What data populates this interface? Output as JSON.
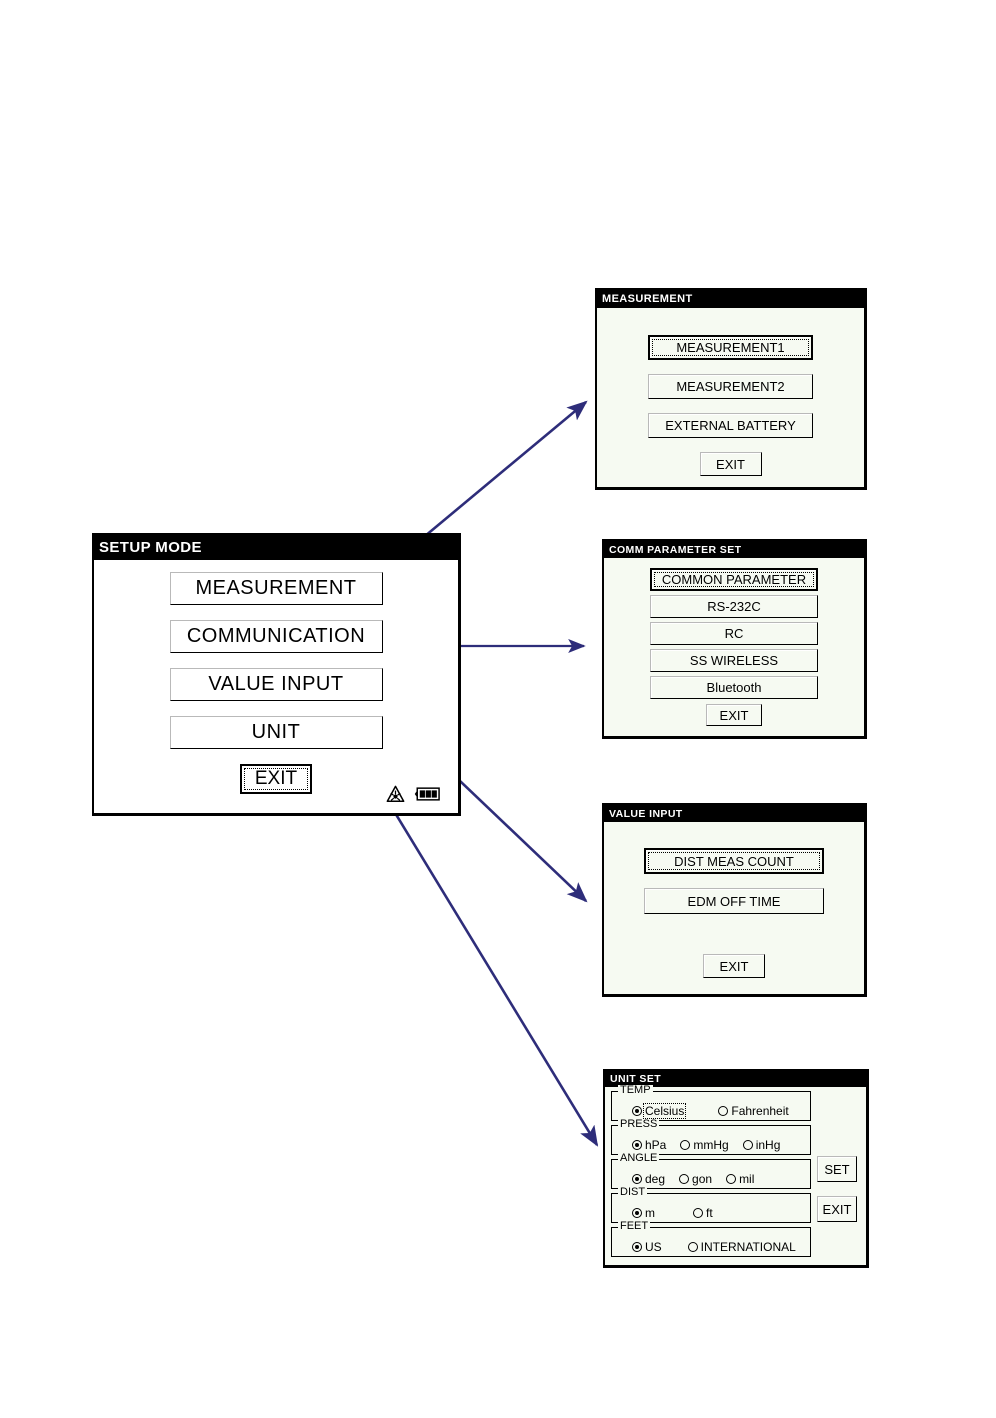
{
  "setup": {
    "title": "SETUP MODE",
    "buttons": [
      {
        "label": "MEASUREMENT"
      },
      {
        "label": "COMMUNICATION"
      },
      {
        "label": "VALUE INPUT"
      },
      {
        "label": "UNIT"
      }
    ],
    "exit_label": "EXIT",
    "status": {
      "laser_icon": "laser-warning-icon",
      "battery_icon": "battery-full-icon",
      "battery_bars": 3
    }
  },
  "measurement": {
    "title": "MEASUREMENT",
    "buttons": [
      {
        "label": "MEASUREMENT1",
        "focused": true
      },
      {
        "label": "MEASUREMENT2",
        "focused": false
      },
      {
        "label": "EXTERNAL BATTERY",
        "focused": false
      }
    ],
    "exit_label": "EXIT"
  },
  "comm": {
    "title": "COMM PARAMETER SET",
    "buttons": [
      {
        "label": "COMMON PARAMETER",
        "focused": true
      },
      {
        "label": "RS-232C",
        "focused": false
      },
      {
        "label": "RC",
        "focused": false
      },
      {
        "label": "SS WIRELESS",
        "focused": false
      },
      {
        "label": "Bluetooth",
        "focused": false
      }
    ],
    "exit_label": "EXIT"
  },
  "value_input": {
    "title": "VALUE INPUT",
    "buttons": [
      {
        "label": "DIST MEAS COUNT",
        "focused": true
      },
      {
        "label": "EDM OFF TIME",
        "focused": false
      }
    ],
    "exit_label": "EXIT"
  },
  "unit_set": {
    "title": "UNIT SET",
    "groups": [
      {
        "legend": "TEMP",
        "options": [
          {
            "label": "Celsius",
            "checked": true,
            "focused": true
          },
          {
            "label": "Fahrenheit",
            "checked": false,
            "focused": false
          }
        ]
      },
      {
        "legend": "PRESS",
        "options": [
          {
            "label": "hPa",
            "checked": true,
            "focused": false
          },
          {
            "label": "mmHg",
            "checked": false,
            "focused": false
          },
          {
            "label": "inHg",
            "checked": false,
            "focused": false
          }
        ]
      },
      {
        "legend": "ANGLE",
        "options": [
          {
            "label": "deg",
            "checked": true,
            "focused": false
          },
          {
            "label": "gon",
            "checked": false,
            "focused": false
          },
          {
            "label": "mil",
            "checked": false,
            "focused": false
          }
        ]
      },
      {
        "legend": "DIST",
        "options": [
          {
            "label": "m",
            "checked": true,
            "focused": false
          },
          {
            "label": "ft",
            "checked": false,
            "focused": false
          }
        ]
      },
      {
        "legend": "FEET",
        "options": [
          {
            "label": "US",
            "checked": true,
            "focused": false
          },
          {
            "label": "INTERNATIONAL",
            "checked": false,
            "focused": false
          }
        ]
      }
    ],
    "set_label": "SET",
    "exit_label": "EXIT"
  },
  "colors": {
    "arrow": "#2e2d7a",
    "titlebar_bg": "#000000",
    "panel_bg": "#f6faf2",
    "setup_panel_bg": "#ffffff"
  },
  "arrows": [
    {
      "from": "MEASUREMENT",
      "to": "MEASUREMENT panel"
    },
    {
      "from": "COMMUNICATION",
      "to": "COMM PARAMETER SET panel"
    },
    {
      "from": "VALUE INPUT",
      "to": "VALUE INPUT panel"
    },
    {
      "from": "UNIT",
      "to": "UNIT SET panel"
    }
  ]
}
